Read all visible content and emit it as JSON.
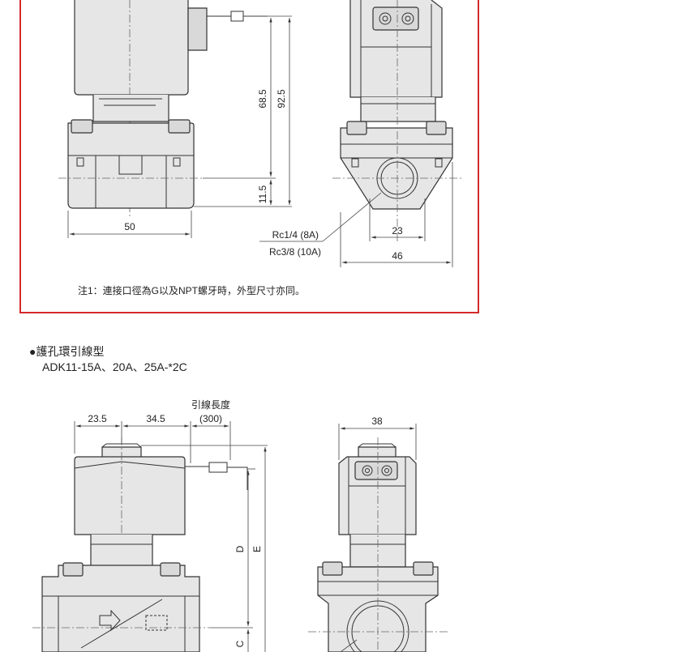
{
  "top_section": {
    "side_view": {
      "dim_68_5": "68.5",
      "dim_92_5": "92.5",
      "dim_11_5": "11.5",
      "dim_50": "50"
    },
    "end_view": {
      "port_label_1": "Rc1/4 (8A)",
      "port_label_2": "Rc3/8 (10A)",
      "dim_23": "23",
      "dim_46": "46"
    },
    "note": "注1：連接口徑為G以及NPT螺牙時，外型尺寸亦同。",
    "frame_color": "#d42a2a"
  },
  "bottom_section": {
    "heading": "●護孔環引線型",
    "model_line": "ADK11-15A、20A、25A-*2C",
    "side_view": {
      "dim_23_5": "23.5",
      "dim_34_5": "34.5",
      "lead_length_label": "引線長度",
      "lead_length_value": "(300)",
      "dim_D": "D",
      "dim_E": "E",
      "dim_C": "C"
    },
    "end_view": {
      "dim_38": "38"
    }
  }
}
